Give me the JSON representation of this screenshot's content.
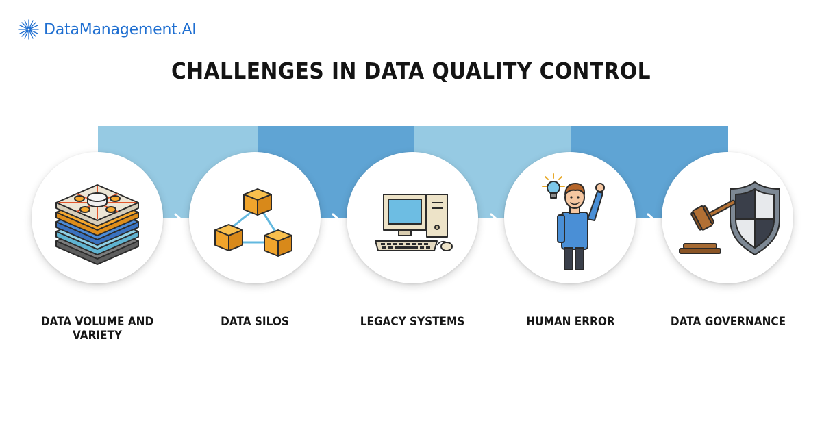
{
  "brand": {
    "name": "DataManagement.AI",
    "icon": "starburst-icon",
    "color": "#1f6fd1"
  },
  "title": "CHALLENGES IN DATA QUALITY CONTROL",
  "colors": {
    "band_light": "#96cae3",
    "band_dark": "#5fa4d4",
    "arrow": "#ffffff"
  },
  "steps": [
    {
      "label": "DATA VOLUME AND VARIETY",
      "icon": "layered-database-stack-icon"
    },
    {
      "label": "DATA SILOS",
      "icon": "connected-cubes-icon"
    },
    {
      "label": "LEGACY SYSTEMS",
      "icon": "retro-computer-icon"
    },
    {
      "label": "HUMAN ERROR",
      "icon": "person-with-lightbulb-icon"
    },
    {
      "label": "DATA GOVERNANCE",
      "icon": "gavel-and-shield-icon"
    }
  ]
}
